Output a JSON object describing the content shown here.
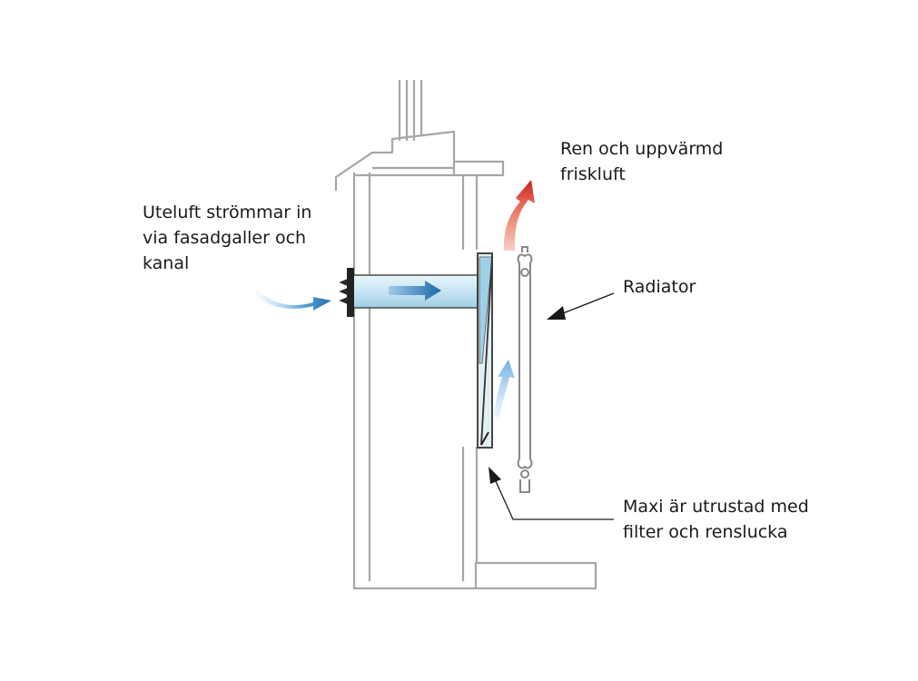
{
  "labels": {
    "intake": [
      "Uteluft strömmar in",
      "via fasadgaller och",
      "kanal"
    ],
    "fresh_air": [
      "Ren och uppvärmd",
      "friskluft"
    ],
    "radiator": "Radiator",
    "maxi": [
      "Maxi är utrustad med",
      "filter och renslucka"
    ]
  },
  "colors": {
    "wall_line": "#a6a6a6",
    "duct_fill": "#c9e6f3",
    "duct_stroke": "#4a4a4a",
    "cold_arrow": "#1e6fb0",
    "light_arrow": "#7fc0e8",
    "warm_arrow": "#d0312d",
    "pointer": "#1a1a1a"
  }
}
